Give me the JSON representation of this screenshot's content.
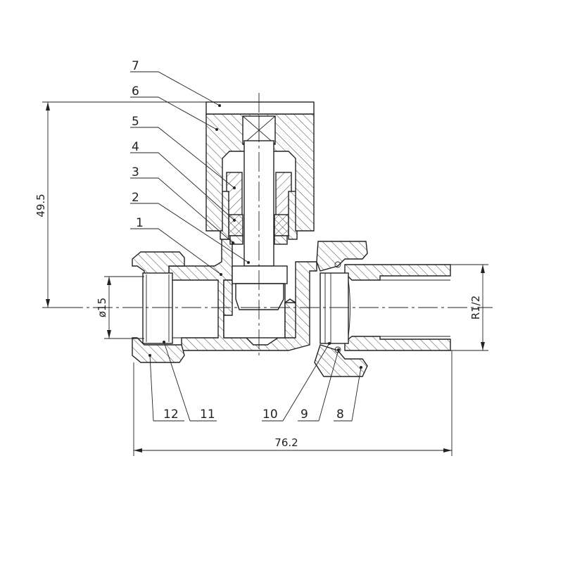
{
  "part_labels": {
    "p1": "1",
    "p2": "2",
    "p3": "3",
    "p4": "4",
    "p5": "5",
    "p6": "6",
    "p7": "7",
    "p8": "8",
    "p9": "9",
    "p10": "10",
    "p11": "11",
    "p12": "12"
  },
  "dimensions": {
    "height": "49.5",
    "length": "76.2",
    "pipe_diameter": "ø15",
    "thread": "R1/2"
  },
  "colors": {
    "line": "#222222",
    "background": "#ffffff"
  }
}
